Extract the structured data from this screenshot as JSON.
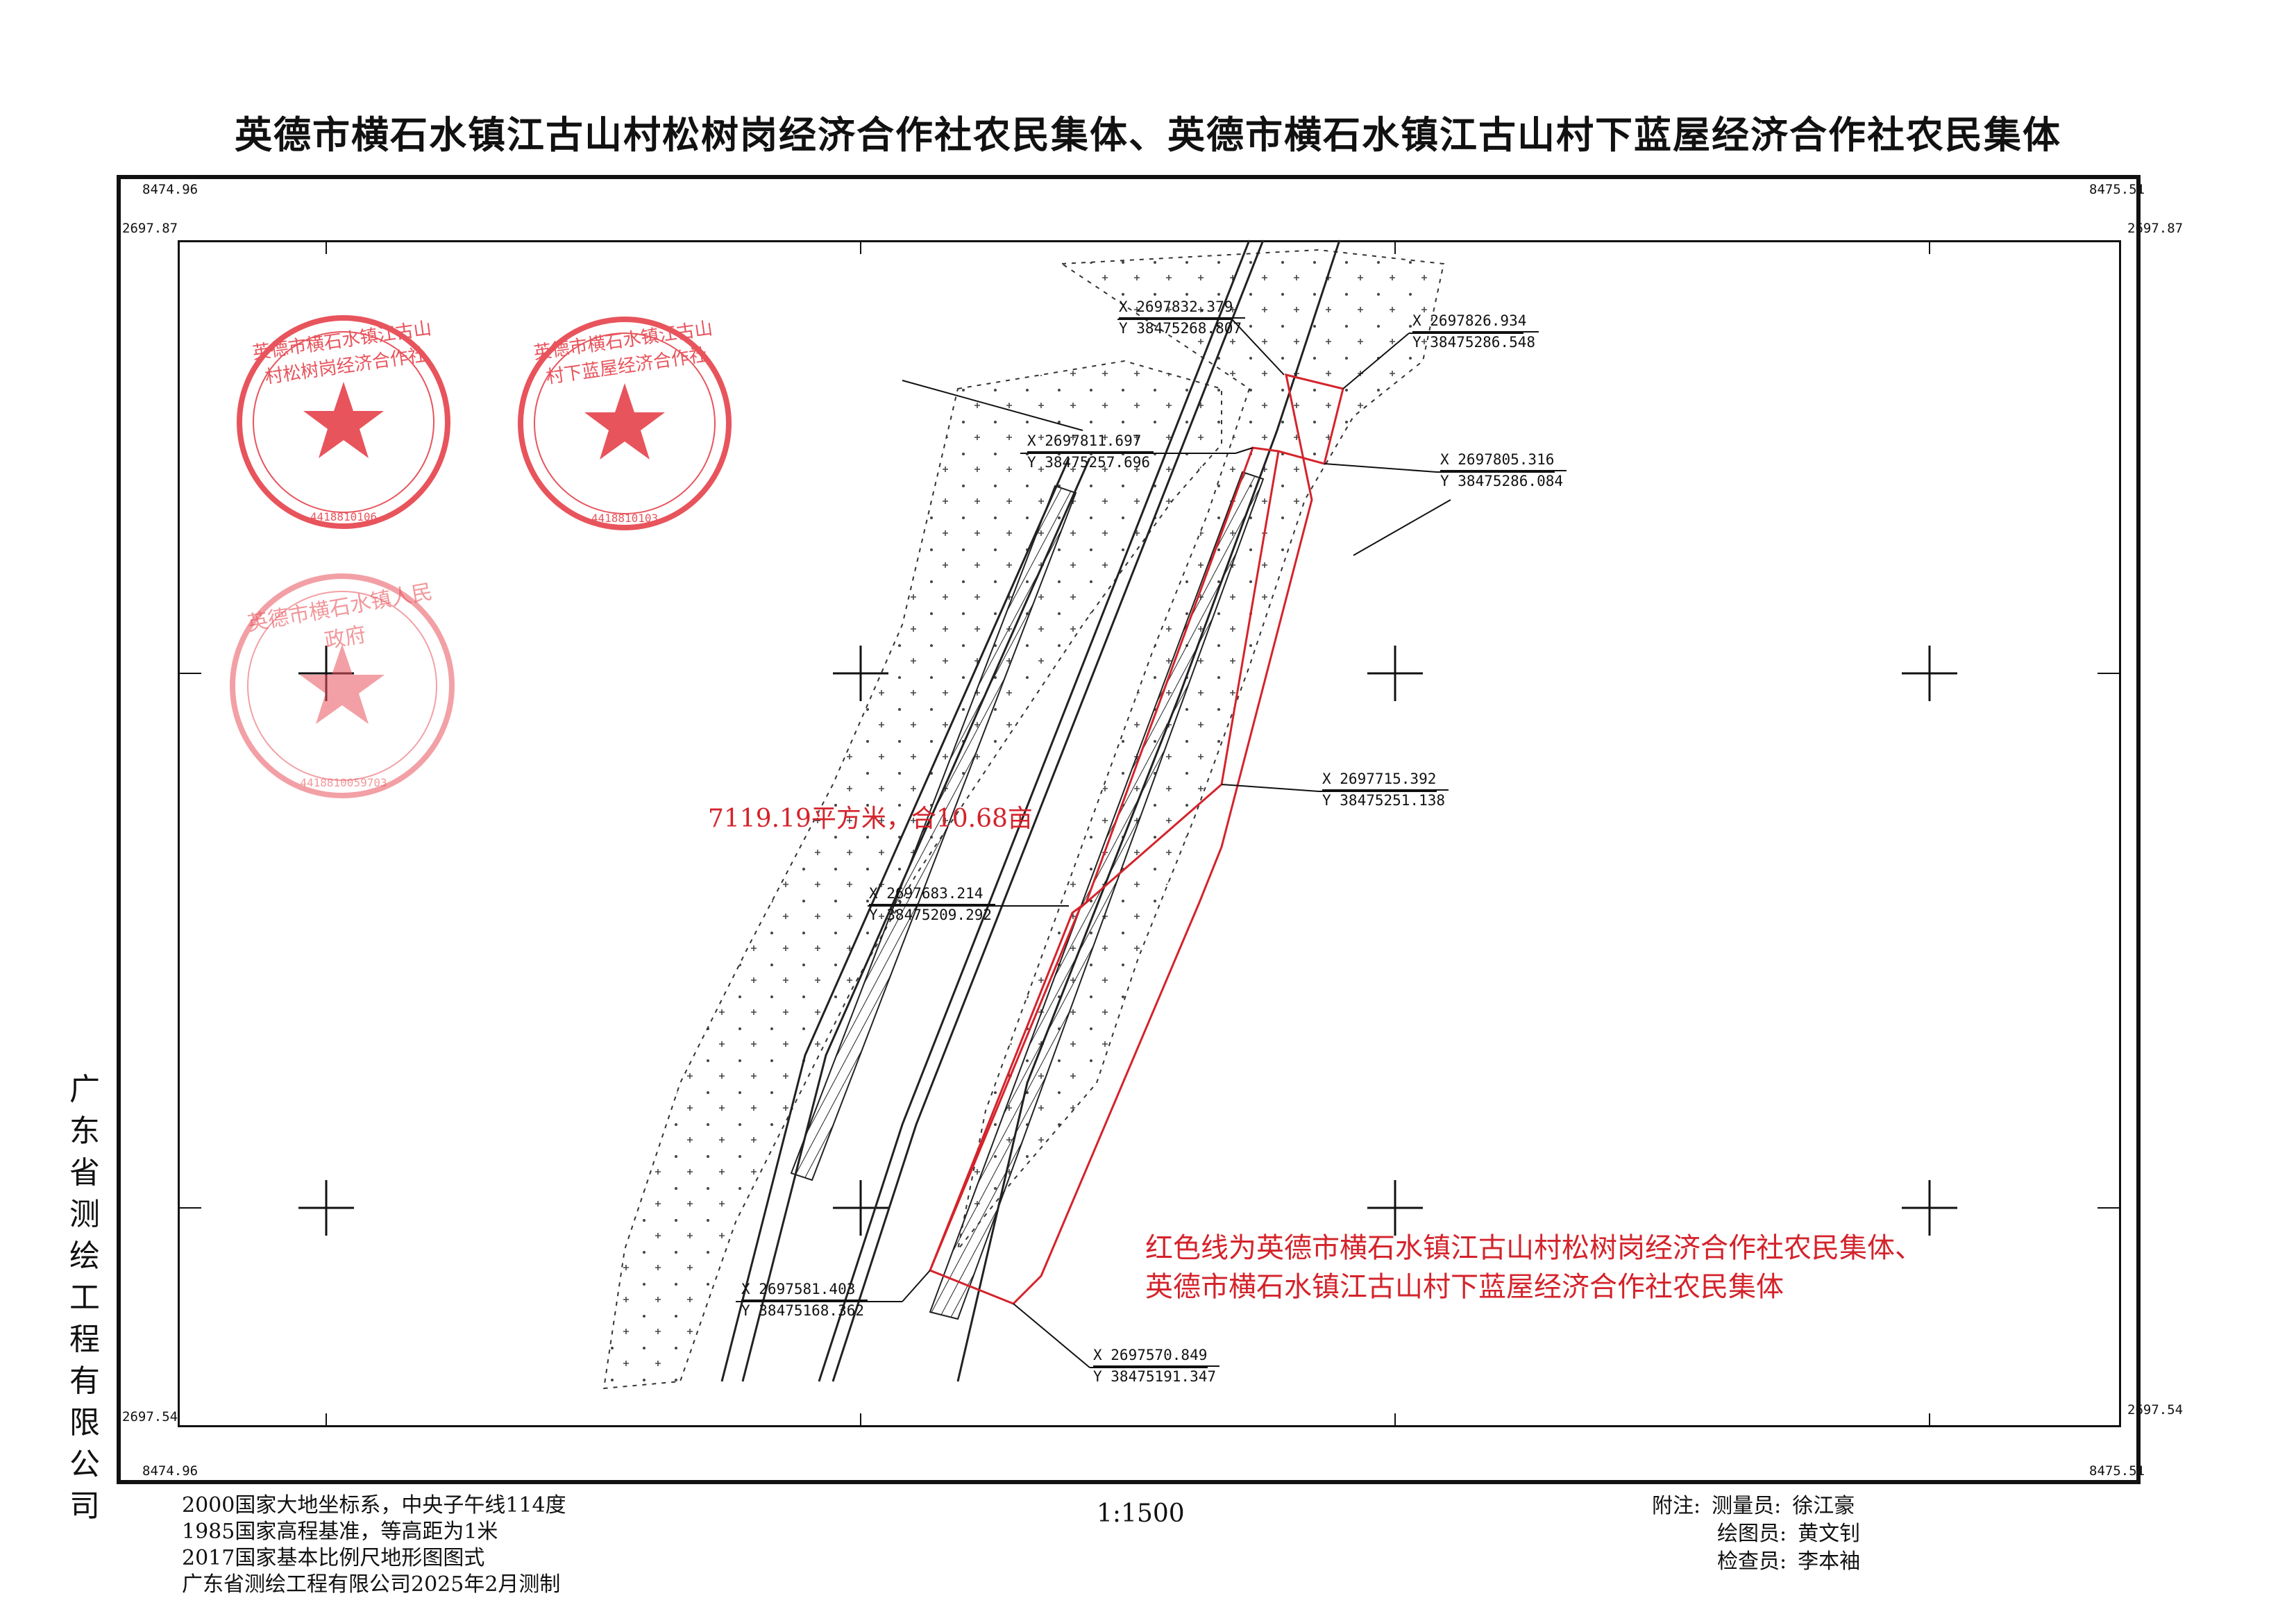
{
  "title": "英德市横石水镇江古山村松树岗经济合作社农民集体、英德市横石水镇江古山村下蓝屋经济合作社农民集体",
  "frame": {
    "tl_top": "8474.96",
    "tr_top": "8475.51",
    "tl_left": "2697.87",
    "tr_right": "2697.87",
    "bl_left": "2697.54",
    "br_right": "2697.54",
    "bl_bottom": "8474.96",
    "br_bottom": "8475.51"
  },
  "side_company": [
    "广",
    "东",
    "省",
    "测",
    "绘",
    "工",
    "程",
    "有",
    "限",
    "公",
    "司"
  ],
  "seals": [
    {
      "name": "英德市横石水镇江古山村松树岗经济合作社",
      "number": "4418810106"
    },
    {
      "name": "英德市横石水镇江古山村下蓝屋经济合作社",
      "number": "4418810103"
    },
    {
      "name": "英德市横石水镇人民政府",
      "number": "4418810059703"
    }
  ],
  "area_label": "7119.19平方米，合10.68亩",
  "legend_lines": [
    "红色线为英德市横石水镇江古山村松树岗经济合作社农民集体、",
    "英德市横石水镇江古山村下蓝屋经济合作社农民集体"
  ],
  "coordinates": [
    {
      "x": "X 2697832.379",
      "y": "Y 38475268.807"
    },
    {
      "x": "X 2697826.934",
      "y": "Y 38475286.548"
    },
    {
      "x": "X 2697811.697",
      "y": "Y 38475257.696"
    },
    {
      "x": "X 2697805.316",
      "y": "Y 38475286.084"
    },
    {
      "x": "X 2697715.392",
      "y": "Y 38475251.138"
    },
    {
      "x": "X 2697683.214",
      "y": "Y 38475209.292"
    },
    {
      "x": "X 2697581.403",
      "y": "Y 38475168.362"
    },
    {
      "x": "X 2697570.849",
      "y": "Y 38475191.347"
    }
  ],
  "footer_left": [
    "2000国家大地坐标系，中央子午线114度",
    "1985国家高程基准，等高距为1米",
    "2017国家基本比例尺地形图图式",
    "广东省测绘工程有限公司2025年2月测制"
  ],
  "scale": "1:1500",
  "notes": {
    "label": "附注:",
    "rows": [
      {
        "role": "测量员:",
        "person": "徐江豪"
      },
      {
        "role": "绘图员:",
        "person": "黄文钊"
      },
      {
        "role": "检查员:",
        "person": "李本袖"
      }
    ]
  },
  "colors": {
    "boundary": "#d4232b",
    "seal": "#e8545c",
    "ink": "#111111"
  }
}
